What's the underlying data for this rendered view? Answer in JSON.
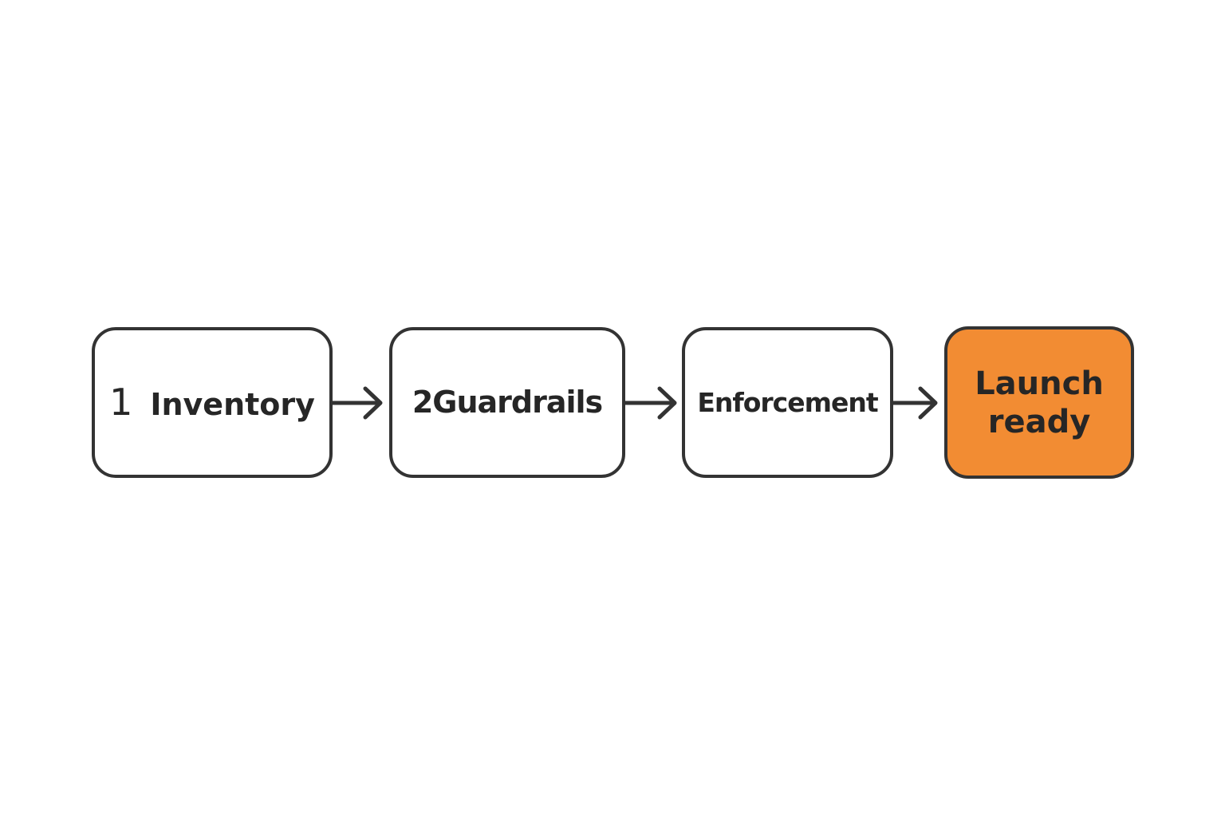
{
  "colors": {
    "border": "#333333",
    "accent": "#f28c33",
    "text": "#262626",
    "background": "#ffffff"
  },
  "steps": [
    {
      "number": "1",
      "label": "Inventory",
      "highlighted": false
    },
    {
      "text": "2Guardrails",
      "highlighted": false
    },
    {
      "text": "Enforcement",
      "highlighted": false
    },
    {
      "text": "Launch\nready",
      "highlighted": true
    }
  ],
  "connectors": [
    {
      "from": 0,
      "to": 1,
      "icon": "arrow-right-icon"
    },
    {
      "from": 1,
      "to": 2,
      "icon": "arrow-right-icon"
    },
    {
      "from": 2,
      "to": 3,
      "icon": "arrow-right-icon"
    }
  ]
}
